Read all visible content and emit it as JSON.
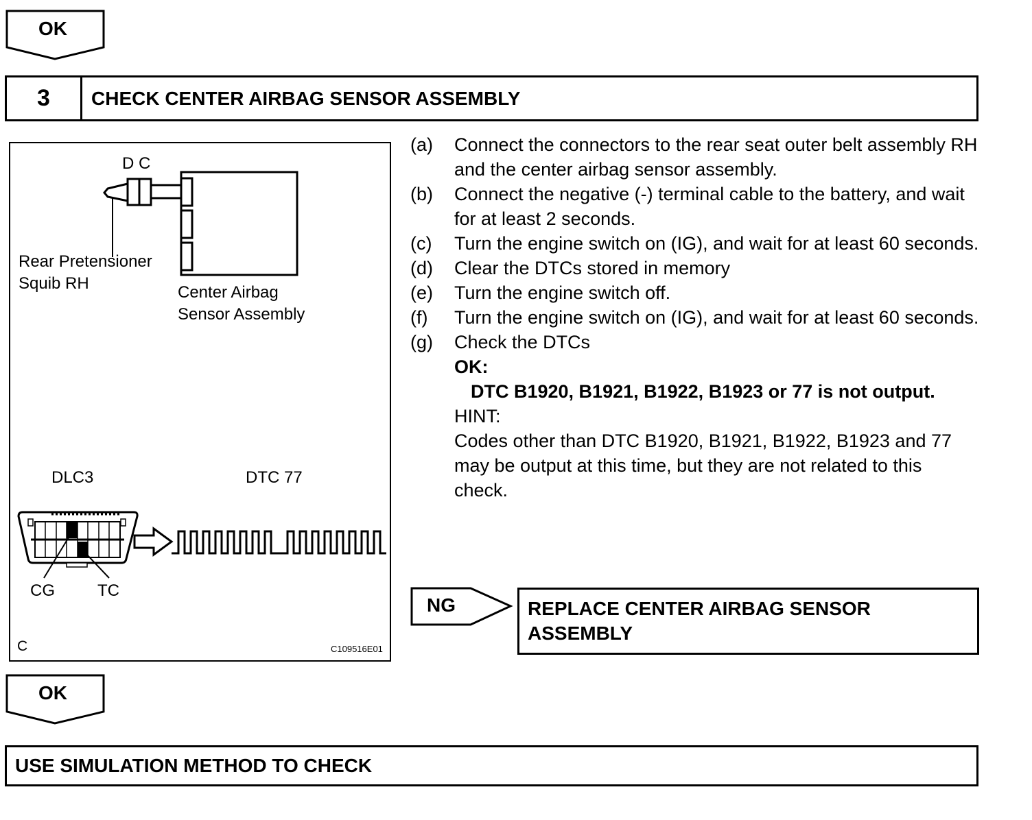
{
  "top_arrow": {
    "label": "OK"
  },
  "step": {
    "number": "3",
    "title": "CHECK CENTER AIRBAG SENSOR ASSEMBLY"
  },
  "figure": {
    "connector_label": "D C",
    "squib_label_line1": "Rear Pretensioner",
    "squib_label_line2": "Squib RH",
    "sensor_label_line1": "Center Airbag",
    "sensor_label_line2": "Sensor Assembly",
    "dlc_label": "DLC3",
    "dtc_label": "DTC 77",
    "cg_label": "CG",
    "tc_label": "TC",
    "corner_letter": "C",
    "figure_code": "C109516E01"
  },
  "instructions": [
    {
      "tag": "(a)",
      "text": "Connect the connectors to the rear seat outer belt assembly RH and the center airbag sensor assembly."
    },
    {
      "tag": "(b)",
      "text": "Connect the negative (-) terminal cable to the battery, and wait for at least 2 seconds."
    },
    {
      "tag": "(c)",
      "text": "Turn the engine switch on (IG), and wait for at least 60 seconds."
    },
    {
      "tag": "(d)",
      "text": "Clear the DTCs stored in memory"
    },
    {
      "tag": "(e)",
      "text": "Turn the engine switch off."
    },
    {
      "tag": "(f)",
      "text": "Turn the engine switch on (IG), and wait for at least 60 seconds."
    },
    {
      "tag": "(g)",
      "text": "Check the DTCs"
    }
  ],
  "result": {
    "ok_heading": "OK:",
    "ok_text": "DTC B1920, B1921, B1922, B1923 or 77 is not output.",
    "hint_heading": "HINT:",
    "hint_text": "Codes other than DTC B1920, B1921, B1922, B1923 and 77 may be output at this time, but they are not related to this check."
  },
  "ng_branch": {
    "label": "NG",
    "action": "REPLACE CENTER AIRBAG SENSOR ASSEMBLY"
  },
  "bottom_arrow": {
    "label": "OK"
  },
  "final_step": {
    "title": "USE SIMULATION METHOD TO CHECK"
  }
}
